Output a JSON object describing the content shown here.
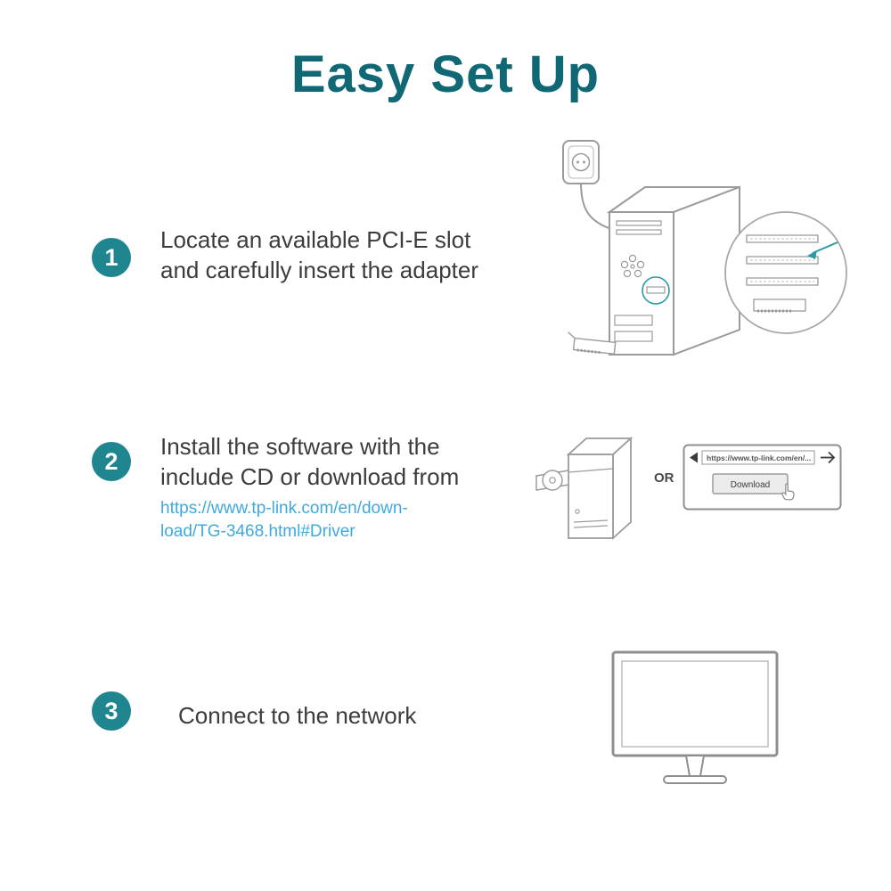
{
  "title": "Easy Set Up",
  "colors": {
    "title_teal": "#0f6874",
    "step_circle_teal": "#1f858e",
    "link_blue": "#3fa9de",
    "line_gray": "#9b9b9b",
    "accent_teal": "#2a9aa3"
  },
  "steps": [
    {
      "number": "1",
      "line1": "Locate an available PCI-E slot",
      "line2": "and carefully insert the adapter"
    },
    {
      "number": "2",
      "line1": "Install the software with the",
      "line2": "include CD or download from",
      "link_line1": "https://www.tp-link.com/en/down-",
      "link_line2": "load/TG-3468.html#Driver"
    },
    {
      "number": "3",
      "line1": "Connect to the network"
    }
  ],
  "illustrations": {
    "or_label": "OR",
    "browser": {
      "url": "https://www.tp-link.com/en/...",
      "download_label": "Download"
    }
  }
}
